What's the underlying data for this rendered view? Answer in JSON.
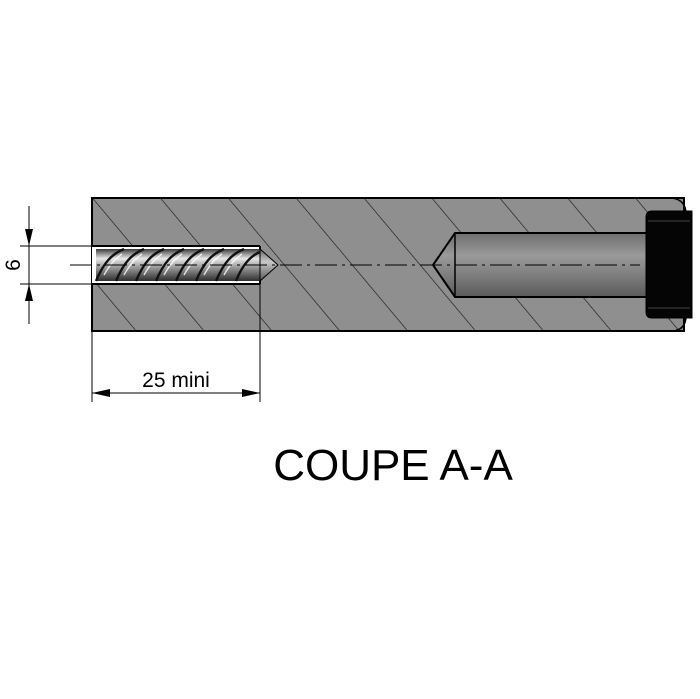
{
  "dimensions": {
    "diameter_label": "6",
    "depth_label": "25 mini"
  },
  "title": "COUPE A-A",
  "colors": {
    "section_fill": "#8f8f8f",
    "outline": "#000000",
    "background": "#ffffff",
    "cap": "#050505"
  }
}
